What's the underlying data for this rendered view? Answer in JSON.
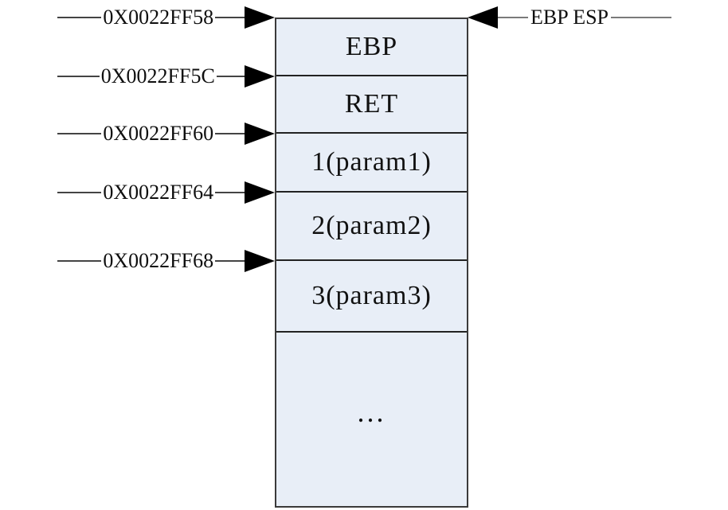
{
  "diagram": {
    "address_pointers": [
      {
        "label": "0X0022FF58"
      },
      {
        "label": "0X0022FF5C"
      },
      {
        "label": "0X0022FF60"
      },
      {
        "label": "0X0022FF64"
      },
      {
        "label": "0X0022FF68"
      }
    ],
    "stack": {
      "cells": [
        {
          "label": "EBP"
        },
        {
          "label": "RET"
        },
        {
          "label": "1(param1)"
        },
        {
          "label": "2(param2)"
        },
        {
          "label": "3(param3)"
        },
        {
          "label": "..."
        }
      ]
    },
    "register_pointer": {
      "label": "EBP ESP"
    },
    "colors": {
      "cell_fill": "#e8eef7",
      "box_border": "#3a3a3a",
      "divider": "#222222",
      "address_line": "#444444",
      "pointer_line": "#7a7a7a",
      "arrowhead": "#000000",
      "text": "#0f0f0f"
    }
  }
}
